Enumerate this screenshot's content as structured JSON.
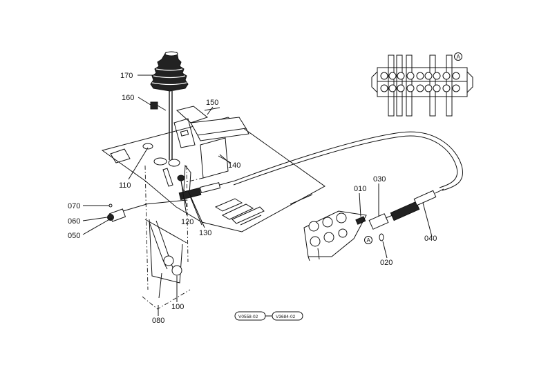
{
  "callouts": {
    "p010": "010",
    "p020": "020",
    "p030": "030",
    "p040": "040",
    "p050": "050",
    "p060": "060",
    "p070": "070",
    "p080": "080",
    "p100": "100",
    "p110": "110",
    "p120": "120",
    "p130": "130",
    "p140": "140",
    "p150": "150",
    "p160": "160",
    "p170": "170"
  },
  "view_markers": {
    "detail_marker": "A",
    "valve_marker": "A"
  },
  "drawing_refs": {
    "ref_1": "V0558-02",
    "ref_2": "V3684-02"
  }
}
